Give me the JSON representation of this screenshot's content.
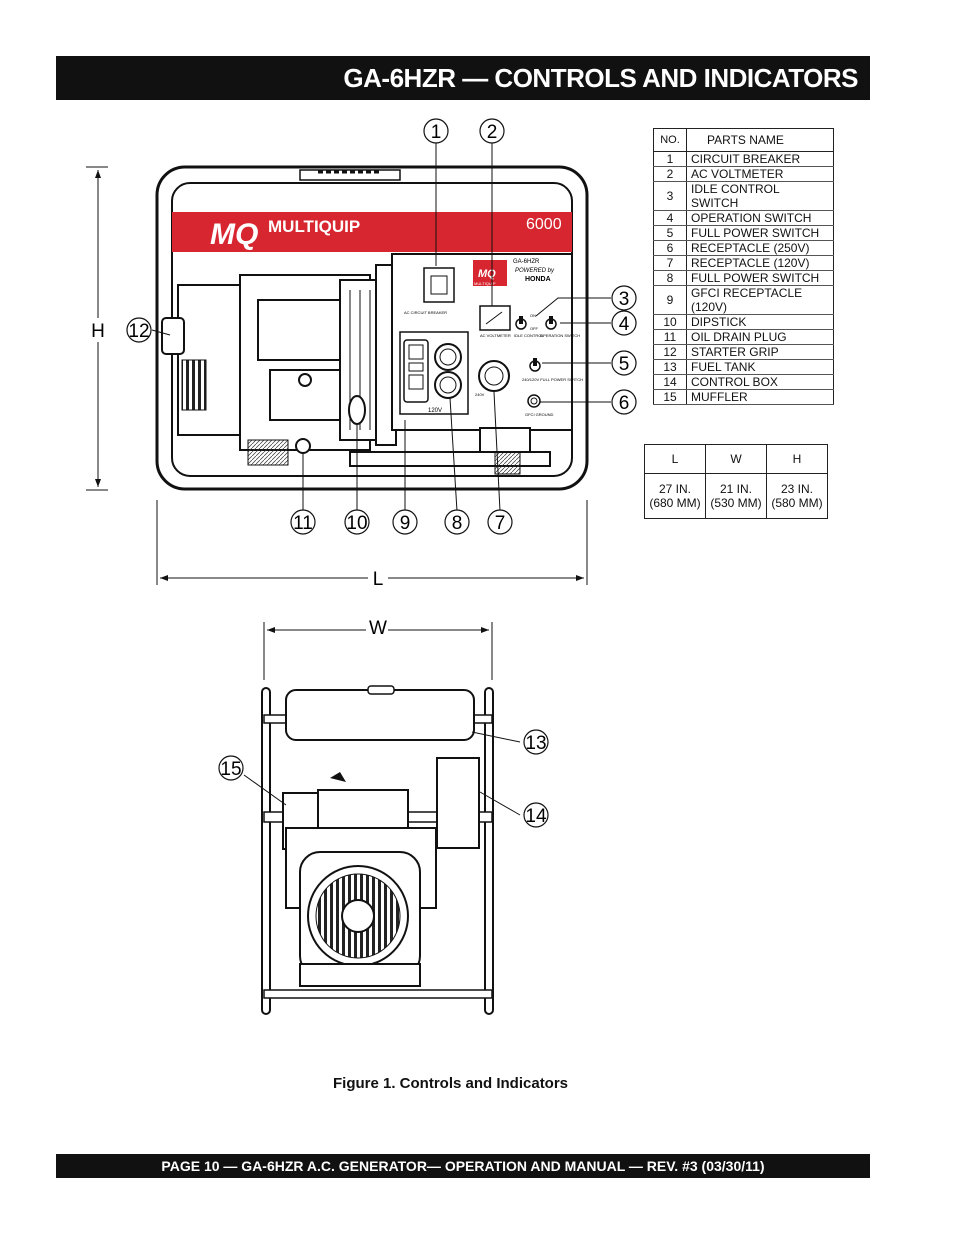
{
  "header": {
    "title": "GA-6HZR  — CONTROLS AND INDICATORS"
  },
  "parts_table": {
    "col_no": "NO.",
    "col_name": "PARTS NAME",
    "rows": [
      {
        "no": "1",
        "name": "CIRCUIT BREAKER"
      },
      {
        "no": "2",
        "name": "AC VOLTMETER"
      },
      {
        "no": "3",
        "name": "IDLE CONTROL SWITCH"
      },
      {
        "no": "4",
        "name": "OPERATION SWITCH"
      },
      {
        "no": "5",
        "name": "FULL POWER SWITCH"
      },
      {
        "no": "6",
        "name": "RECEPTACLE (250V)"
      },
      {
        "no": "7",
        "name": "RECEPTACLE (120V)"
      },
      {
        "no": "8",
        "name": "FULL POWER SWITCH"
      },
      {
        "no": "9",
        "name": "GFCI RECEPTACLE (120V)"
      },
      {
        "no": "10",
        "name": "DIPSTICK"
      },
      {
        "no": "11",
        "name": "OIL DRAIN PLUG"
      },
      {
        "no": "12",
        "name": "STARTER GRIP"
      },
      {
        "no": "13",
        "name": "FUEL TANK"
      },
      {
        "no": "14",
        "name": "CONTROL BOX"
      },
      {
        "no": "15",
        "name": "MUFFLER"
      }
    ]
  },
  "dimensions_table": {
    "headers": [
      "L",
      "W",
      "H"
    ],
    "values": [
      {
        "line1": "27 IN.",
        "line2": "(680 MM)"
      },
      {
        "line1": "21 IN.",
        "line2": "(530 MM)"
      },
      {
        "line1": "23 IN.",
        "line2": "(580 MM)"
      }
    ]
  },
  "figure": {
    "brand": "MULTIQUIP",
    "logo_text": "MQ",
    "model_badge": "6000",
    "panel_model": "GA-6HZR",
    "panel_powered_by": "POWERED by",
    "panel_honda": "HONDA",
    "panel_logo": "MULTIQUIP",
    "label_breaker": "AC CIRCUIT BREAKER",
    "label_voltmeter": "AC VOLTMETER",
    "label_idle": "IDLE CONTROL",
    "label_operation": "OPERATION SWITCH",
    "label_full_power": "240/120V FULL POWER SWITCH",
    "label_gfci_ground": "GFCI GROUND",
    "label_120v": "120V",
    "label_240v": "240V",
    "label_on": "ON",
    "label_off": "OFF",
    "dim_h": "H",
    "dim_l": "L",
    "dim_w": "W",
    "callouts": [
      "1",
      "2",
      "3",
      "4",
      "5",
      "6",
      "7",
      "8",
      "9",
      "10",
      "11",
      "12",
      "13",
      "14",
      "15"
    ]
  },
  "caption": "Figure 1.   Controls and Indicators",
  "footer": {
    "text": "PAGE 10 — GA-6HZR A.C. GENERATOR— OPERATION AND MANUAL — REV. #3 (03/30/11)"
  },
  "colors": {
    "bar": "#111111",
    "brand_red": "#d7262f",
    "white": "#ffffff"
  }
}
